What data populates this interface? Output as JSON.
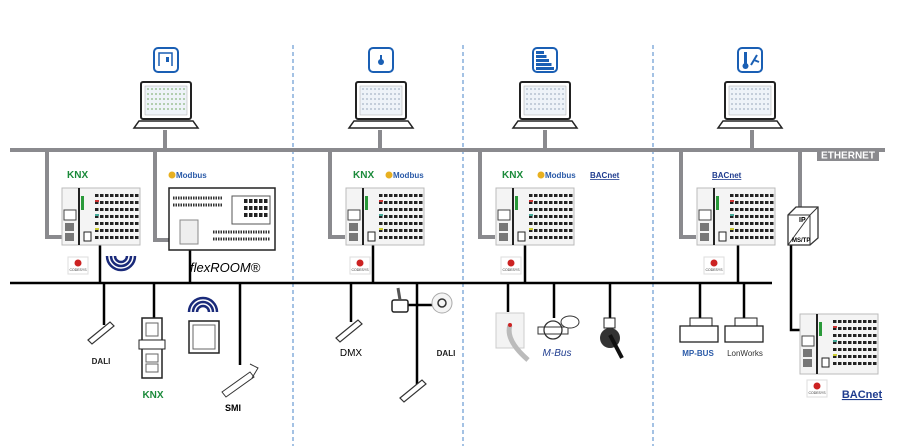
{
  "diagram": {
    "backbone_label": "ETHERNET",
    "colors": {
      "ethernet": "#8a8a8e",
      "fieldbus": "#000000",
      "icon_blue": "#1a5fb4",
      "divider": "#4a86c8",
      "knx_green": "#1a8a3a",
      "bacnet_blue": "#1f3c8f"
    },
    "sections": [
      {
        "icon": "room-door-icon",
        "protocols": [
          "KNX",
          "Modbus"
        ]
      },
      {
        "icon": "light-bulb-icon",
        "protocols": [
          "KNX",
          "Modbus"
        ]
      },
      {
        "icon": "energy-bars-icon",
        "protocols": [
          "KNX",
          "Modbus",
          "BACnet"
        ]
      },
      {
        "icon": "thermometer-fan-icon",
        "protocols": [
          "BACnet"
        ]
      }
    ],
    "flexroom_label": "flexROOM®",
    "codesys_label": "CODESYS",
    "gateway": {
      "top": "IP",
      "bottom": "MS/TP"
    },
    "field_labels": {
      "dali_1": "DALI",
      "knx": "KNX",
      "smi": "SMI",
      "dmx": "DMX",
      "dali_2": "DALI",
      "mbus": "M-Bus",
      "mpbus": "MP-BUS",
      "lonworks": "LonWorks",
      "bacnet": "BACnet"
    }
  }
}
